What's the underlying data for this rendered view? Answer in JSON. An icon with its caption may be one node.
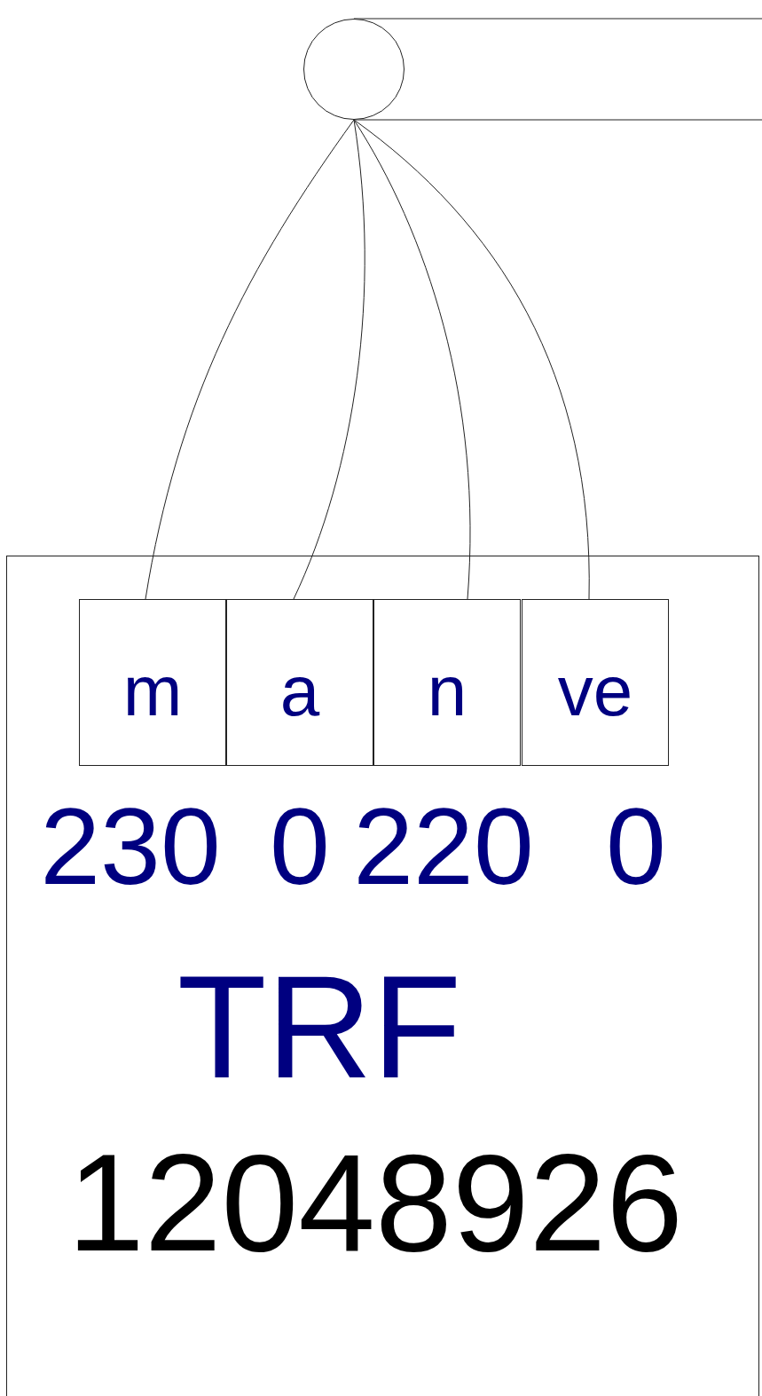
{
  "diagram": {
    "nodes": [
      {
        "text": [],
        "shape": "circle"
      },
      {
        "text": [
          "TRF",
          "12048926"
        ]
      },
      {
        "text": [
          "m"
        ],
        "in": 1
      },
      {
        "text": [
          "a"
        ],
        "in": 1
      },
      {
        "text": [
          "n"
        ],
        "in": 1
      },
      {
        "text": [
          "ve"
        ],
        "in": 1
      }
    ],
    "edges": [
      {
        "from": 0,
        "to": 2,
        "arrow": "none"
      },
      {
        "from": 0,
        "to": 3,
        "arrow": "none"
      },
      {
        "from": 0,
        "to": 4,
        "arrow": "none"
      },
      {
        "from": 0,
        "to": 5,
        "arrow": "none"
      }
    ],
    "labels": [
      "230",
      "0",
      "220",
      "0"
    ]
  }
}
